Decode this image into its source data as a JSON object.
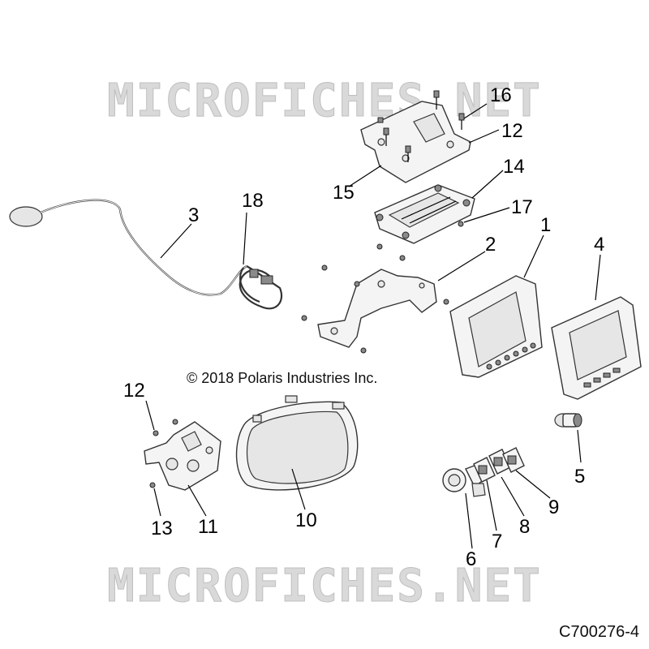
{
  "watermark": "MICROFICHES.NET",
  "copyright": "© 2018 Polaris Industries Inc.",
  "figure_id": "C700276-4",
  "callouts": {
    "c1": "1",
    "c2": "2",
    "c3": "3",
    "c4": "4",
    "c5": "5",
    "c6": "6",
    "c7": "7",
    "c8": "8",
    "c9": "9",
    "c10": "10",
    "c11": "11",
    "c12a": "12",
    "c12b": "12",
    "c13": "13",
    "c14": "14",
    "c15": "15",
    "c16": "16",
    "c17": "17",
    "c18": "18"
  }
}
